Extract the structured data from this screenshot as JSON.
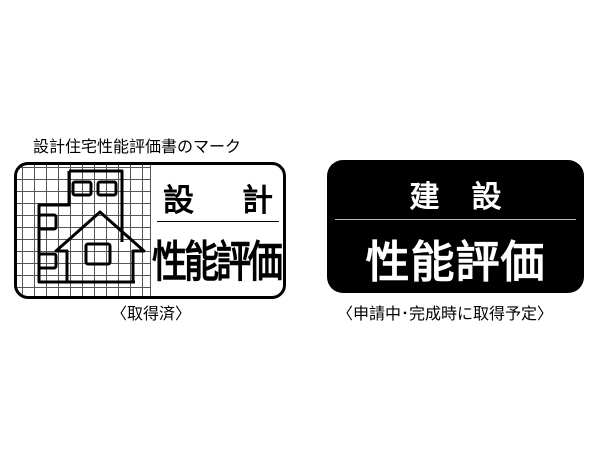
{
  "left_mark": {
    "caption_top": "設計住宅性能評価書のマーク",
    "top_text": [
      "設",
      "計"
    ],
    "bottom_text": "性能評価",
    "status_caption": "〈取得済〉",
    "icon": "house-on-grid-icon"
  },
  "right_mark": {
    "top_text": [
      "建",
      "設"
    ],
    "bottom_text": "性能評価",
    "status_caption": "〈申請中･完成時に取得予定〉",
    "background_color": "#000000",
    "text_color": "#ffffff"
  }
}
